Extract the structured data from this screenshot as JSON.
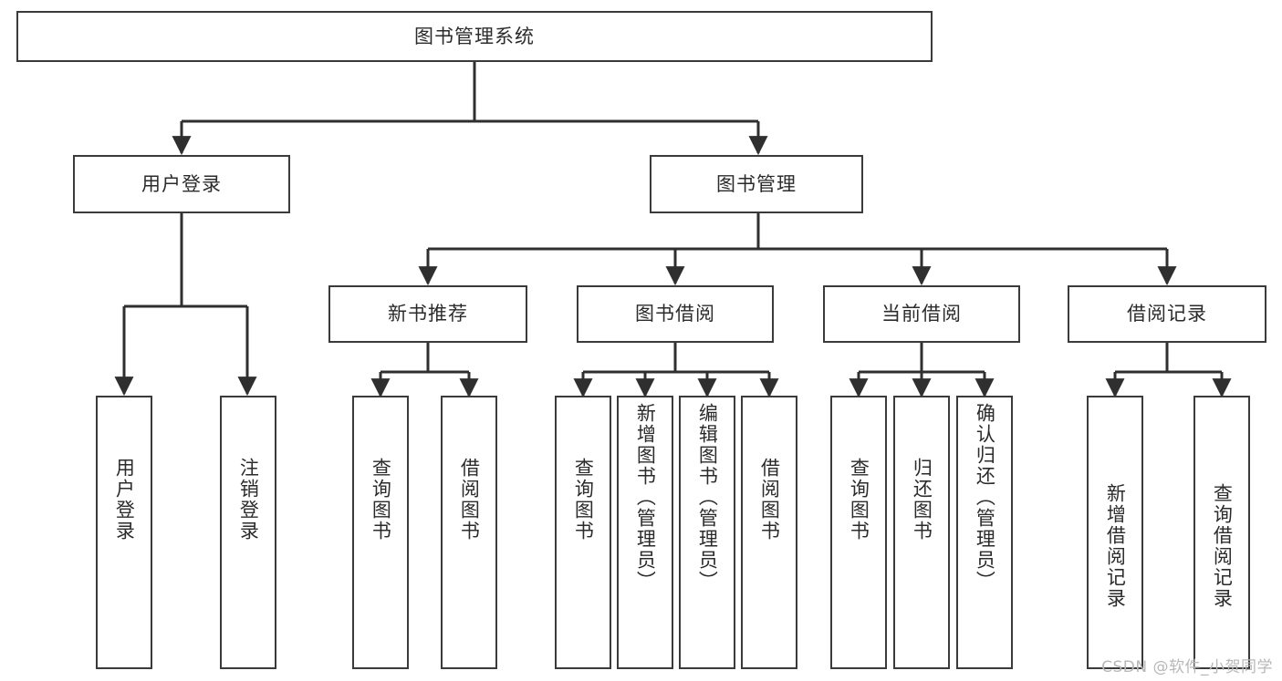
{
  "diagram": {
    "type": "tree-hierarchy",
    "title": "图书管理系统",
    "watermark": "CSDN @软件_小贺同学",
    "colors": {
      "box_border": "#3a3a3a",
      "box_fill": "#ffffff",
      "connector": "#2f2f2f",
      "text": "#2b2b2b",
      "watermark": "#b8b8b8"
    },
    "root": {
      "label": "图书管理系统"
    },
    "level2": [
      {
        "label": "用户登录"
      },
      {
        "label": "图书管理"
      }
    ],
    "level3": [
      {
        "label": "新书推荐"
      },
      {
        "label": "图书借阅"
      },
      {
        "label": "当前借阅"
      },
      {
        "label": "借阅记录"
      }
    ],
    "leaves": {
      "user_login": [
        {
          "label": "用户登录"
        },
        {
          "label": "注销登录"
        }
      ],
      "new_book_recommend": [
        {
          "label": "查询图书"
        },
        {
          "label": "借阅图书"
        }
      ],
      "book_borrow": [
        {
          "label": "查询图书"
        },
        {
          "label": "新增图书（管理员）"
        },
        {
          "label": "编辑图书（管理员）"
        },
        {
          "label": "借阅图书"
        }
      ],
      "current_borrow": [
        {
          "label": "查询图书"
        },
        {
          "label": "归还图书"
        },
        {
          "label": "确认归还（管理员）"
        }
      ],
      "borrow_record": [
        {
          "label": "新增借阅记录"
        },
        {
          "label": "查询借阅记录"
        }
      ]
    }
  }
}
